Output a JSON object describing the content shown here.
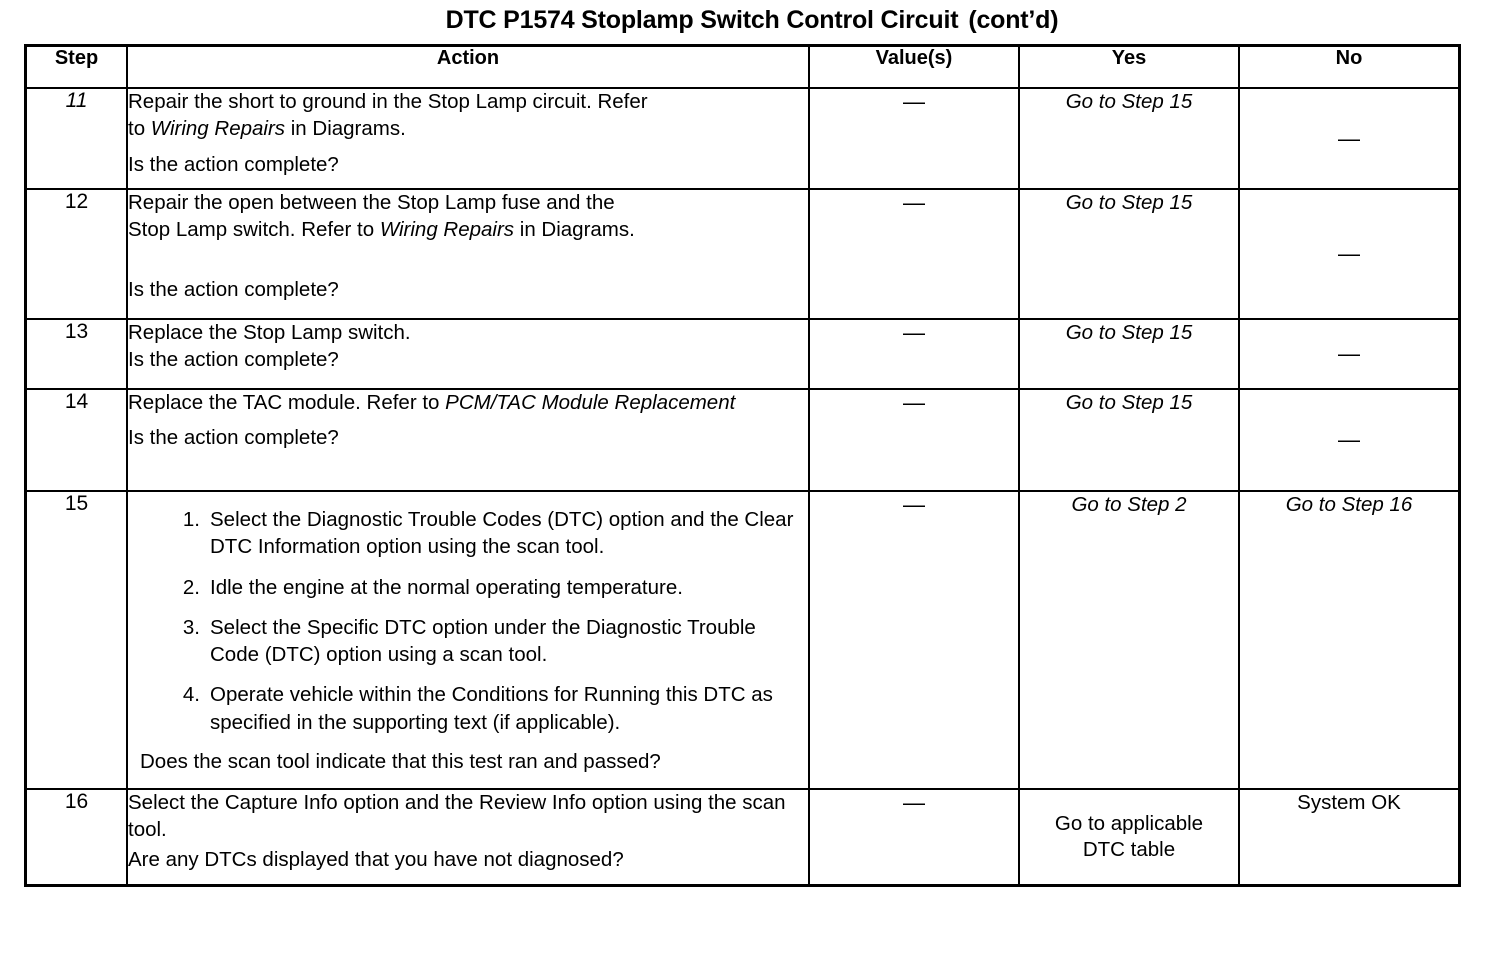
{
  "document": {
    "title_main": "DTC P1574 Stoplamp Switch Control Circuit",
    "title_suffix": "(cont’d)"
  },
  "table": {
    "headers": {
      "step": "Step",
      "action": "Action",
      "value": "Value(s)",
      "yes": "Yes",
      "no": "No"
    },
    "rows": [
      {
        "step": "11",
        "action_lead_1": "Repair the short to ground in the Stop Lamp circuit. Refer",
        "action_lead_2": "to ",
        "action_italic": "Wiring Repairs",
        "action_lead_3": " in Diagrams.",
        "action_question": "Is the action complete?",
        "value": "—",
        "yes": "Go to Step 15",
        "no": "—"
      },
      {
        "step": "12",
        "action_lead_1": "Repair the open between the Stop Lamp fuse and the",
        "action_lead_2": "Stop Lamp switch. Refer to ",
        "action_italic": "Wiring Repairs",
        "action_lead_3": " in Diagrams.",
        "action_question": "Is the action complete?",
        "value": "—",
        "yes": "Go to Step 15",
        "no": "—"
      },
      {
        "step": "13",
        "action_lead_1": "Replace the Stop Lamp switch.",
        "action_question": "Is the action complete?",
        "value": "—",
        "yes": "Go to Step 15",
        "no": "—"
      },
      {
        "step": "14",
        "action_lead_1": "Replace the TAC module. Refer to ",
        "action_italic": "PCM/TAC Module Replacement",
        "action_question": "Is the action complete?",
        "value": "—",
        "yes": "Go to Step 15",
        "no": "—"
      },
      {
        "step": "15",
        "action_items": [
          "Select the Diagnostic Trouble Codes (DTC) option and the Clear DTC Information option using the scan tool.",
          "Idle the engine at the normal operating temperature.",
          "Select the Specific DTC option under the Diagnostic Trouble Code (DTC) option using a scan tool.",
          "Operate vehicle within the Conditions for Running this DTC as specified in the supporting text (if applicable)."
        ],
        "action_question": "Does the scan tool indicate that this test ran and passed?",
        "value": "—",
        "yes": "Go to Step 2",
        "no": "Go to Step 16"
      },
      {
        "step": "16",
        "action_lead_1": "Select the Capture Info option and the Review Info option using the scan tool.",
        "action_question": "Are any DTCs displayed that you have not diagnosed?",
        "value": "—",
        "yes_line_1": "Go to applicable",
        "yes_line_2": "DTC table",
        "no": "System OK"
      }
    ]
  }
}
